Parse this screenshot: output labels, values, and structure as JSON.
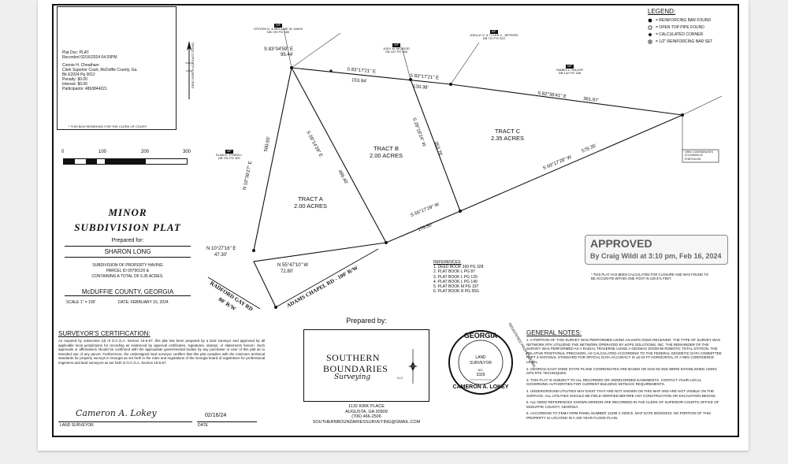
{
  "recording": {
    "lines": [
      "Plat Doc: PLAT",
      "Recorded 02/16/2024 04:20PM",
      "",
      "Connie H. Cheatham",
      "Clerk Superior Court, McDuffie County, Ga.",
      "Bk E2024 Pg 0012",
      "Penalty: $0.00",
      "Interest: $0.00",
      "Participants: 4863844221"
    ],
    "reserved": "* THIS BOX RESERVED FOR THE CLERK OF COURT"
  },
  "scale_bar": {
    "ticks": [
      "0",
      "100",
      "200",
      "300"
    ]
  },
  "north_label": "GRID NORTH (GA EAST ZONE)",
  "title": {
    "line1": "MINOR",
    "line2": "SUBDIVISION PLAT",
    "prepared_for_label": "Prepared for:",
    "client": "SHARON LONG",
    "desc1": "SUBDIVISION OF PROPERTY HAVING",
    "desc2": "PARCEL ID 00790120 &",
    "desc3": "CONTAINING A TOTAL OF 6.35 ACRES.",
    "county": "McDUFFIE COUNTY, GEORGIA",
    "scale": "SCALE 1\" = 100'",
    "date": "DATE: FEBRUARY 15, 2024"
  },
  "tracts": [
    {
      "name": "TRACT A",
      "area": "2.00 ACRES"
    },
    {
      "name": "TRACT B",
      "area": "2.00 ACRES"
    },
    {
      "name": "TRACT C",
      "area": "2.35 ACRES"
    }
  ],
  "bearings": {
    "b1": "S 83°04'59\" E",
    "d1": "95.44'",
    "b2": "S 83°17'21\" E",
    "d2": "153.94'",
    "b3": "S 83°17'21\" E",
    "d3": "130.38'",
    "b4": "S 82°36'41\" E",
    "d4": "361.97'",
    "b5": "S 69°17'29\" W",
    "d5": "579.35'",
    "b6": "S 66°17'29\" W",
    "d6": "179.50'",
    "b7": "N 10°27'16\" E",
    "d7": "47.30'",
    "b8": "N 55°47'10\" W",
    "d8": "72.80'",
    "b9": "N 10°30'27\" E",
    "d9": "500.65'",
    "b10": "S 28°14'39\" E",
    "d10": "486.40'",
    "b11": "S 28°18'24\" W",
    "d11": "353.76'"
  },
  "owners": [
    {
      "line1": "STEVEN D. & MELANIE W. DAVIS",
      "line2": "DB 729 PG 280"
    },
    {
      "line1": "JUDY M. MCLEOD",
      "line2": "DB 157 PG 460"
    },
    {
      "line1": "JOELLE S. & TYLER C. JEFFERS",
      "line2": "DB 721 PG 424"
    },
    {
      "line1": "ISABEL L. MILLER",
      "line2": "DB 142 PG 188"
    },
    {
      "line1": "ELAM K. POWELL",
      "line2": "DB 211 PG 300"
    }
  ],
  "owner_tag": "N/F",
  "grid_coord": {
    "line1": "GRID COORDINATES",
    "line2": "N:1248926.20",
    "line3": "E:567415.89"
  },
  "roads": {
    "radford": "RADFORD GAY RD",
    "radford_rw": "80' R/W",
    "adams": "ADAMS CHAPEL RD - 100' R/W"
  },
  "legend": {
    "title": "LEGEND:",
    "items": [
      "= REINFORCING BAR FOUND",
      "= OPEN TOP PIPE FOUND",
      "= CALCULATED CORNER",
      "= 1/2\" REINFORCING BAR SET"
    ]
  },
  "approved": {
    "title": "APPROVED",
    "byline": "By Craig Wildi at 3:10 pm, Feb 16, 2024"
  },
  "closure_note": "* THIS PLAT HAS BEEN CALCULATED FOR CLOSURE AND WAS FOUND TO BE ACCURATE WITHIN ONE FOOT IN 139,471 FEET.",
  "references": {
    "title": "REFERENCES:",
    "items": [
      "1. DEED BOOK 399 PG 328",
      "2. PLAT BOOK L PG 87",
      "3. PLAT BOOK L PG 120",
      "4. PLAT BOOK L PG 149",
      "5. PLAT BOOK M PG 197",
      "6. PLAT BOOK R PG 55G"
    ]
  },
  "prepared_by": {
    "label": "Prepared by:",
    "company1": "SOUTHERN",
    "company2": "BOUNDARIES",
    "company3": "Surveying",
    "llc": "LLC",
    "address1": "1132 KIRK PLACE",
    "address2": "AUGUSTA, GA 30909",
    "phone": "(706) 466-2506",
    "email": "SOUTHERNBOUNDARIESSURVEYING@GMAIL.COM"
  },
  "seal": {
    "state": "GEORGIA",
    "ring": "REGISTERED PROFESSIONAL",
    "name": "CAMERON A. LOKEY",
    "center1": "LAND",
    "center2": "SURVEYOR",
    "no_label": "NO.",
    "number": "3329"
  },
  "certification": {
    "title": "SURVEYOR'S CERTIFICATION:",
    "text": "As required by subsection (d) of O.C.G.A. Section 15-6-67, this plat has been prepared by a land surveyor and approved by all applicable local jurisdictions for recording as evidenced by approval certificates, signatures, stamps, or statements hereon. Such approvals or affirmations should be confirmed with the appropriate governmental bodies by any purchaser or user of this plat as to intended use of any parcel. Furthermore, the undersigned land surveyor certifies that this plat complies with the minimum technical standards for property surveys in Georgia as set forth in the rules and regulations of the Georgia board of registration for professional engineers and land surveyors as set forth in O.C.G.A. Section 15-6-67.",
    "signature": "Cameron A. Lokey",
    "sign_date": "02/16/24",
    "surveyor_label": "LAND SURVEYOR",
    "date_label": "DATE"
  },
  "general_notes": {
    "title": "GENERAL NOTES:",
    "items": [
      "1. A PORTION OF THIS SURVEY WAS PERFORMED USING AN eGPS GNSS RECEIVER. THE TYPE OF SURVEY WAS NETWORK RTK UTILIZING THE NETWORK OPERATED BY eGPS SOLUTIONS, INC. THE REMAINDER OF THE SURVEY WAS PERFORMED AS A RADIAL TRAVERSE USING A GEOMAX ZOOM 90 ROBOTIC TOTAL STATION. THE RELATIVE POSITIONAL PRECISION, AS CALCULATED ACCORDING TO THE FEDERAL GEODETIC DATA COMMITTEE PART 3 NATIONAL STANDARD FOR SPATIAL DATA ACCURACY IS ±0.04 FT HORIZONTAL AT A 95% CONFIDENCE LEVEL.",
      "2. GEORGIA EAST ZONE STATE PLANE COORDINATES ARE BASED ON NAD 83 AND WERE ESTABLISHED USING GPS RTK TECHNIQUES.",
      "3. THIS PLAT IS SUBJECT TO ALL RECORDED OR UNRECORDED EASEMENTS. CONTACT YOUR LOCAL GOVERNING AUTHORITIES FOR CURRENT BUILDING SETBACK REQUIREMENTS.",
      "4. UNDERGROUND UTILITIES MAY EXIST THAT ARE NOT SHOWN ON THIS MAP AND ARE NOT VISIBLE ON THE SURFACE. ALL UTILITIES SHOULD BE FIELD VERIFIED BEFORE ANY CONSTRUCTION OR EXCAVATION BEGINS.",
      "5. ALL DEED REFERENCES SHOWN HEREON ARE RECORDED IN THE CLERK OF SUPERIOR COURTS OFFICE OF McDUFFIE COUNTY, GEORGIA.",
      "6. ACCORDING TO FEMA FIRM PANEL NUMBER 13189 C 0200 E, MAP DATE 06/20/2010, NO PORTION OF THIS PROPERTY IS LOCATED IN A 100 YEAR FLOOD PLAIN."
    ]
  }
}
